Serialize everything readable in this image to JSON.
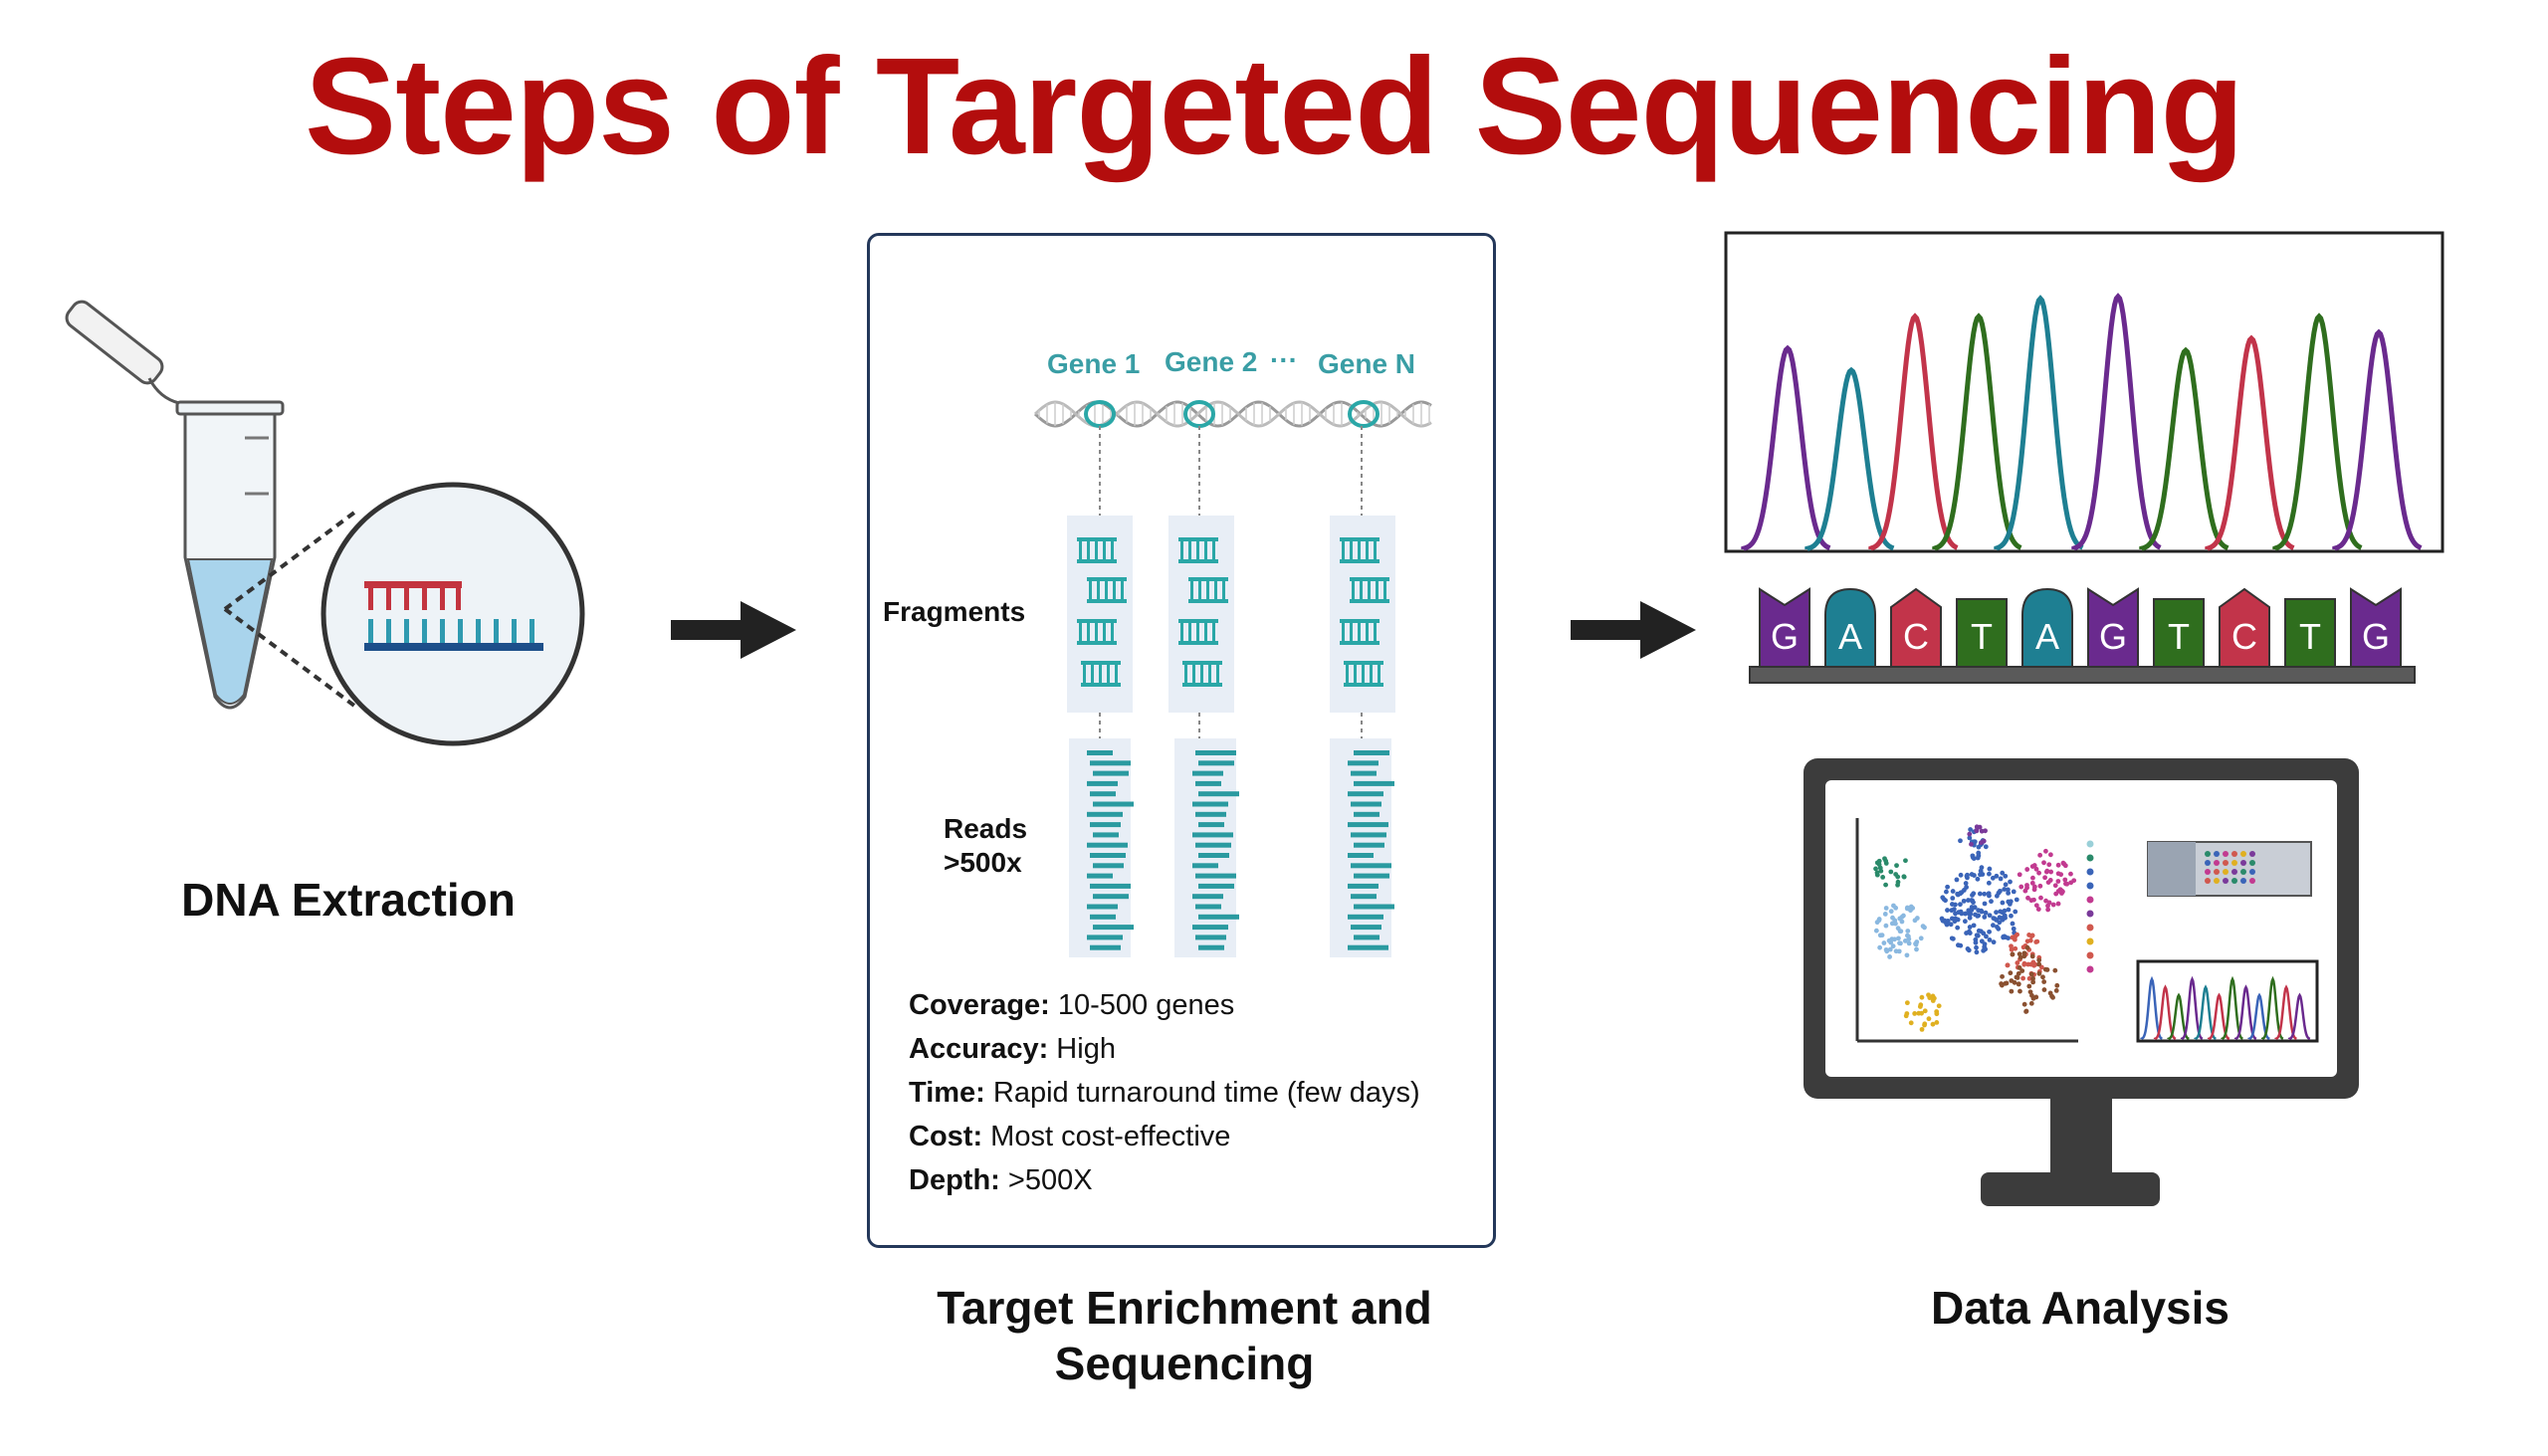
{
  "title": "Steps of Targeted Sequencing",
  "steps": {
    "dna_extraction": "DNA Extraction",
    "target_line1": "Target Enrichment and",
    "target_line2": "Sequencing",
    "data_analysis": "Data Analysis"
  },
  "genes": {
    "gene1": "Gene 1",
    "gene2": "Gene 2",
    "ellipsis": "···",
    "geneN": "Gene N"
  },
  "side_labels": {
    "fragments": "Fragments",
    "reads_line1": "Reads",
    "reads_line2": ">500x"
  },
  "stats": [
    {
      "label": "Coverage:",
      "value": " 10-500 genes"
    },
    {
      "label": "Accuracy:",
      "value": " High"
    },
    {
      "label": "Time:",
      "value": " Rapid turnaround time (few days)"
    },
    {
      "label": "Cost:",
      "value": " Most cost-effective"
    },
    {
      "label": "Depth:",
      "value": " >500X"
    }
  ],
  "bases": [
    "G",
    "A",
    "C",
    "T",
    "A",
    "G",
    "T",
    "C",
    "T",
    "G"
  ],
  "colors": {
    "title": "#b30d0d",
    "G": "#6a2a8e",
    "A": "#1e7f92",
    "C": "#c2344a",
    "T": "#2f6e1e",
    "teal": "#3a9ea5",
    "panel_border": "#24385a",
    "arrow": "#222222"
  },
  "icons": [
    "microcentrifuge-tube-icon",
    "magnifier-circle-icon",
    "right-arrow-icon",
    "dna-helix-icon",
    "chromatogram-icon",
    "monitor-icon"
  ]
}
